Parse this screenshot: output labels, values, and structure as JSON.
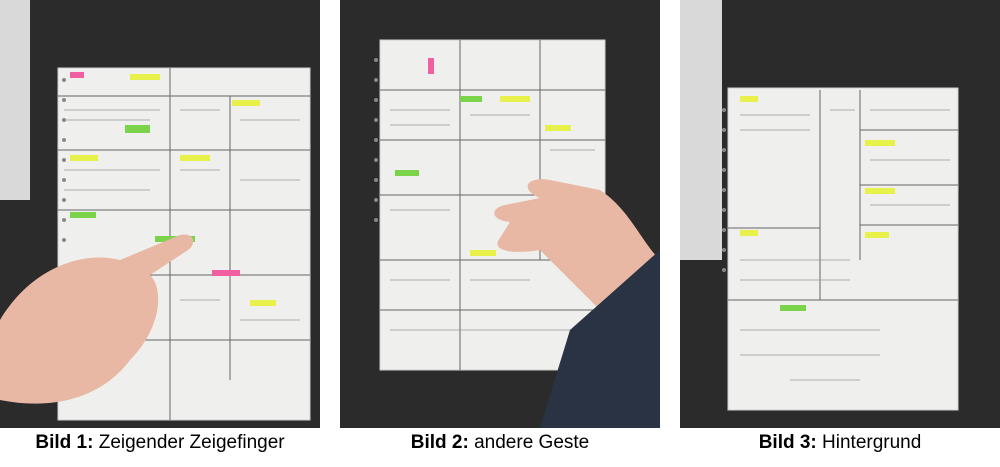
{
  "figure": {
    "panels": [
      {
        "label": "Bild 1:",
        "caption": "Zeigender Zeigefinger"
      },
      {
        "label": "Bild 2:",
        "caption": "andere Geste"
      },
      {
        "label": "Bild 3:",
        "caption": "Hintergrund"
      }
    ]
  },
  "colors": {
    "desk": "#2b2b2b",
    "paper": "#efefed",
    "highlight_yellow": "#e8f04a",
    "highlight_green": "#7bd34a",
    "highlight_pink": "#f060a0",
    "skin": "#e8b8a4",
    "sleeve": "#2a3344"
  }
}
